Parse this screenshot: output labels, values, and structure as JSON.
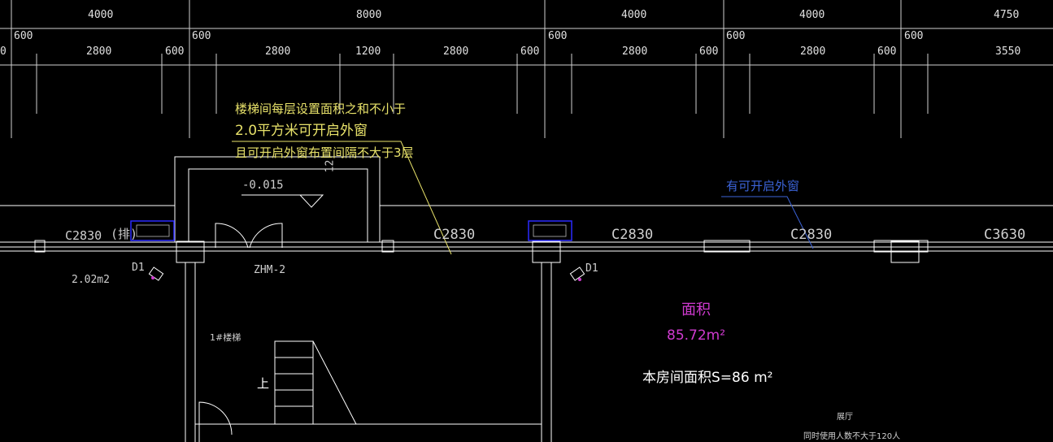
{
  "dimensions": {
    "top_row": [
      "4000",
      "8000",
      "4000",
      "4000",
      "4750"
    ],
    "second_row": [
      "2800",
      "600",
      "2800",
      "1200",
      "2800",
      "600",
      "2800",
      "600",
      "2800",
      "600",
      "3550"
    ],
    "second_row_left": [
      "600",
      "600",
      "600",
      "600",
      "600"
    ],
    "edge_zero": "0"
  },
  "annotations": {
    "stair_note_line1": "楼梯间每层设置面积之和不小于",
    "stair_note_line2": "2.0平方米可开启外窗",
    "stair_note_line3": "且可开启外窗布置间隔不大于3层",
    "window_note": "有可开启外窗"
  },
  "labels": {
    "level": "-0.015",
    "window_c2830_a": "C2830",
    "window_c2830_b": "C2830",
    "window_c2830_c": "C2830",
    "window_c2830_d": "C2830",
    "window_c3630": "C3630",
    "pai": "(排)",
    "d1_left": "D1",
    "d1_right": "D1",
    "area_left": "2.02m2",
    "door": "ZHM-2",
    "stair_name": "1#楼梯",
    "up": "上",
    "stair_number": "12"
  },
  "room": {
    "area_title": "面积",
    "area_value": "85.72m²",
    "room_area": "本房间面积S=86 m²",
    "hall": "展厅",
    "occupancy": "同时使用人数不大于120人"
  },
  "colors": {
    "background": "#000000",
    "lines": "#ffffff",
    "annotation": "#e8e26a",
    "blue_note": "#3b63d8",
    "area_text": "#d03ad0",
    "equipment_box": "#2a2aff"
  }
}
